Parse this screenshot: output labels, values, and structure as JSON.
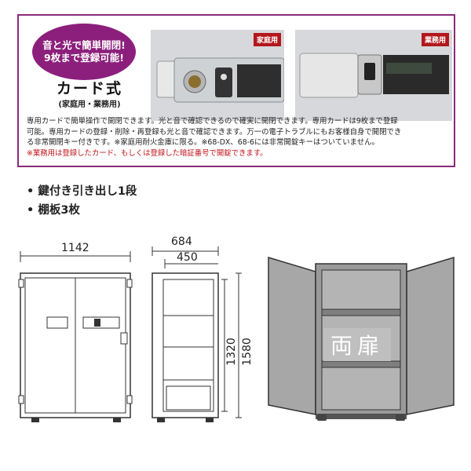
{
  "feature_box": {
    "badge_line1": "音と光で簡単開閉!",
    "badge_line2": "9枚まで登録可能!",
    "title": "カード式",
    "subtitle": "(家庭用・業務用)",
    "photo_home_tag": "家庭用",
    "photo_biz_tag": "業務用",
    "desc_line1": "専用カードで簡単操作で開閉できます。光と音で確認できるので確実に開閉できます。専用カードは9枚まで登録",
    "desc_line2": "可能。専用カードの登録・削除・再登録も光と音で確認できます。万一の電子トラブルにもお客様自身で開閉でき",
    "desc_line3": "る非常開閉キー付きです。※家庭用耐火金庫に限る。※68-DX、68-6には非常開錠キーはついていません。",
    "desc_line4": "※業務用は登録したカード、もしくは登録した暗証番号で開錠できます。"
  },
  "bullets": [
    "鍵付き引き出し1段",
    "棚板3枚"
  ],
  "dimensions": {
    "width": "1142",
    "depth": "684",
    "inner_depth": "450",
    "inner_height": "1320",
    "height": "1580"
  },
  "open_label": "両扉"
}
